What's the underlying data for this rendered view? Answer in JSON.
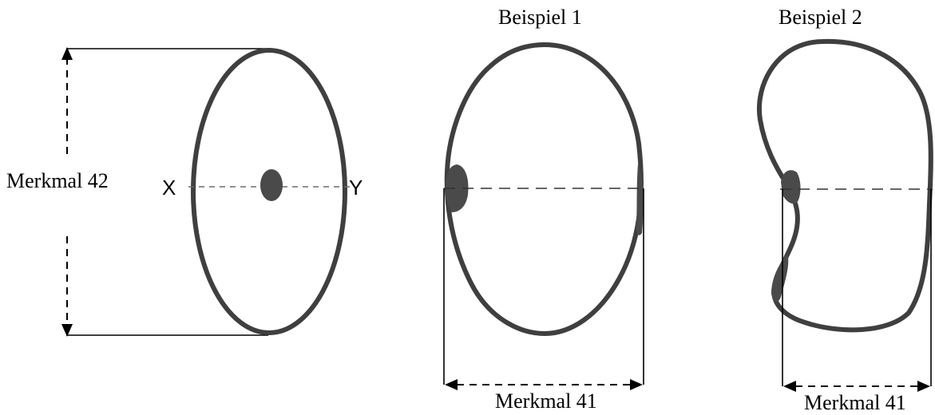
{
  "labels": {
    "feature_height": "Merkmal 42",
    "point_x": "X",
    "point_y": "Y",
    "example_1_title": "Beispiel 1",
    "example_2_title": "Beispiel 2",
    "feature_width_1": "Merkmal 41",
    "feature_width_2": "Merkmal 41"
  },
  "colors": {
    "outline": "#3f3f3f",
    "line": "#000000",
    "background": "#ffffff"
  }
}
